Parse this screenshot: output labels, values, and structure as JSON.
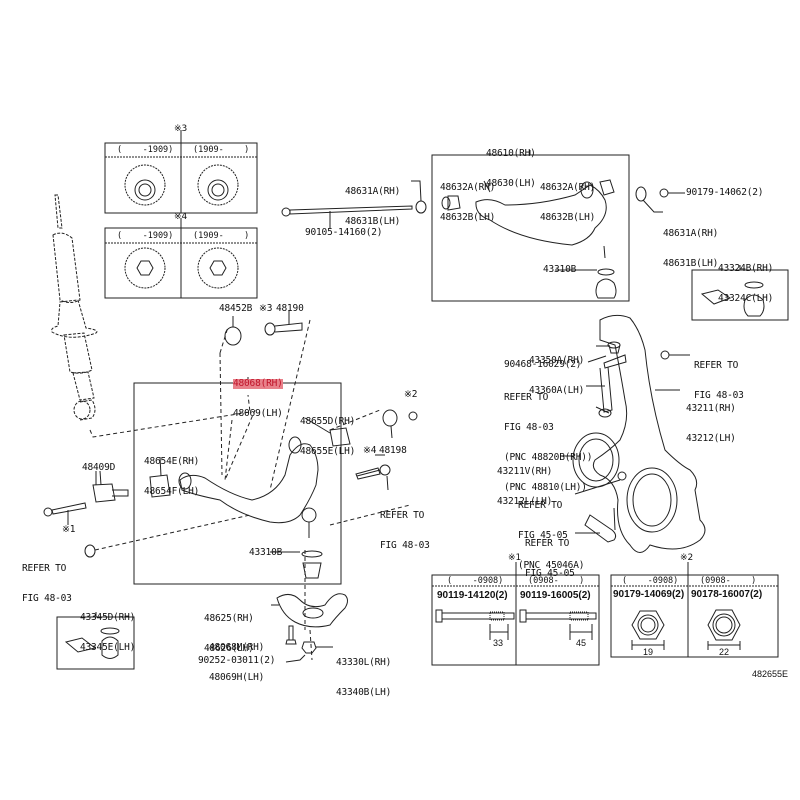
{
  "figure_id": "482655E",
  "highlight_color": "#e8818a",
  "insets": {
    "cam_note3": {
      "mark": "※3",
      "left_header": "(    -1909)",
      "right_header": "(1909-    )"
    },
    "cam_note4": {
      "mark": "※4",
      "left_header": "(    -1909)",
      "right_header": "(1909-    )"
    },
    "bolt_note1": {
      "mark": "※1",
      "left_header": "(    -0908)",
      "right_header": "(0908-    )",
      "left_part": "90119-14120(2)",
      "right_part": "90119-16005(2)",
      "left_dim": "33",
      "right_dim": "45"
    },
    "nut_note2": {
      "mark": "※2",
      "left_header": "(    -0908)",
      "right_header": "(0908-    )",
      "left_part": "90179-14069(2)",
      "right_part": "90178-16007(2)",
      "left_dim": "19",
      "right_dim": "22"
    }
  },
  "labels": {
    "upper_arm": [
      "48610(RH)",
      "48630(LH)"
    ],
    "upper_bushing_left": [
      "48632A(RH)",
      "48632B(LH)"
    ],
    "upper_bushing_right": [
      "48632A(RH)",
      "48632B(LH)"
    ],
    "upper_washer_left": [
      "48631A(RH)",
      "48631B(LH)"
    ],
    "upper_washer_right": [
      "48631A(RH)",
      "48631B(LH)"
    ],
    "upper_bolt": "90105-14160(2)",
    "upper_nut": "90179-14062(2)",
    "upper_ball_joint_boot": "43310B",
    "upper_boot_kit": [
      "43324B(RH)",
      "43324C(LH)"
    ],
    "cam_plate": "48452B",
    "cam_bolt_mark": "※3",
    "cam_bolt": "48190",
    "lower_arm_rh": "48068(RH)",
    "lower_arm_lh": "48069(LH)",
    "lower_bushing_rear": [
      "48655D(RH)",
      "48655E(LH)"
    ],
    "lower_bushing_front": [
      "48654E(RH)",
      "48654F(LH)"
    ],
    "lower_cam": "48409D",
    "cam2_mark": "※4",
    "cam2": "48198",
    "note1_mark": "※1",
    "note2_mark": "※2",
    "refer_fig_48_03": [
      "REFER TO",
      "FIG 48-03"
    ],
    "lower_ball_joint_boot": "43310B",
    "lower_boot_kit": [
      "43345D(RH)",
      "43345E(LH)"
    ],
    "ball_joint": [
      "48625(RH)",
      "48626(LH)"
    ],
    "ball_joint_bolt": [
      "48068M(RH)",
      "48069H(LH)"
    ],
    "cotter_pin": "90252-03011(2)",
    "ball_joint_nut": [
      "43330L(RH)",
      "43340B(LH)"
    ],
    "knuckle_nut": [
      "43350A(RH)",
      "43360A(LH)"
    ],
    "knuckle_pin": "90468-16029(2)",
    "stabilizer_link": [
      "REFER TO",
      "FIG 48-03",
      "(PNC 48820B(RH))",
      "(PNC 48810(LH))"
    ],
    "knuckle": [
      "43211(RH)",
      "43212(LH)"
    ],
    "dust_cover": [
      "43211V(RH)",
      "43212L(LH)"
    ],
    "tie_rod_nut": [
      "REFER TO",
      "FIG 45-05",
      "(PNC 45046A)"
    ],
    "tie_rod_end": [
      "REFER TO",
      "FIG 45-05"
    ],
    "knuckle_refer": [
      "REFER TO",
      "FIG 48-03"
    ],
    "lower_bolt_refer": [
      "REFER TO",
      "FIG 48-03"
    ],
    "lower_nut_refer": [
      "REFER TO",
      "FIG 48-03"
    ]
  }
}
